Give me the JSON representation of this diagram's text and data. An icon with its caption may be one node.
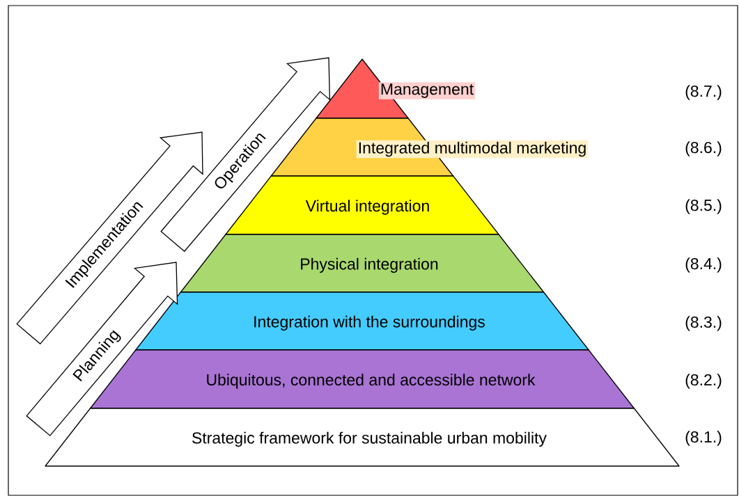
{
  "diagram": {
    "nodes": [
      {
        "text": [
          "Management"
        ]
      },
      {
        "text": [
          "Integrated multimodal marketing"
        ]
      },
      {
        "text": [
          "Virtual integration"
        ]
      },
      {
        "text": [
          "Physical integration"
        ]
      },
      {
        "text": [
          "Integration with the surroundings"
        ]
      },
      {
        "text": [
          "Ubiquitous, connected and accessible network"
        ]
      },
      {
        "text": [
          "Strategic framework for sustainable urban mobility"
        ]
      },
      {
        "text": [
          "Operation"
        ]
      },
      {
        "text": [
          "Implementation"
        ]
      },
      {
        "text": [
          "Planning"
        ]
      }
    ],
    "labels": [
      "(8.7.)",
      "(8.6.)",
      "(8.5.)",
      "(8.4.)",
      "(8.3.)",
      "(8.2.)",
      "(8.1.)"
    ]
  }
}
